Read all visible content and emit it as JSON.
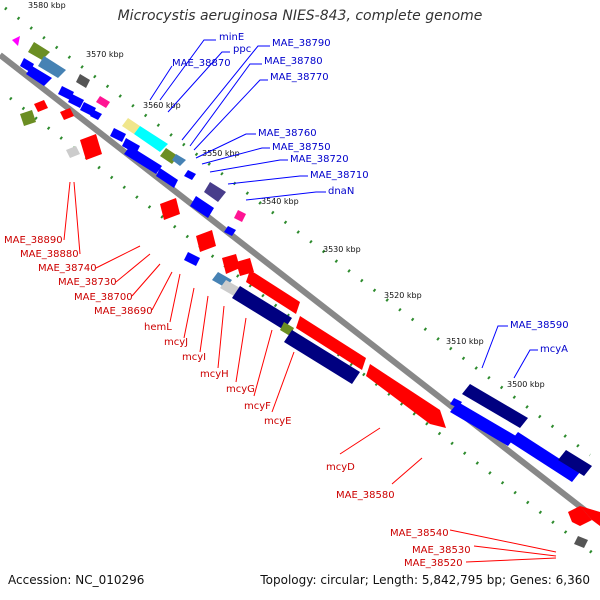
{
  "title": "Microcystis aeruginosa NIES-843, complete genome",
  "accession": "Accession: NC_010296",
  "summary": "Topology: circular; Length: 5,842,795 bp; Genes: 6,360",
  "ticks": [
    "3580 kbp",
    "3570 kbp",
    "3560 kbp",
    "3550 kbp",
    "3540 kbp",
    "3530 kbp",
    "3520 kbp",
    "3510 kbp",
    "3500 kbp"
  ],
  "blue_labels": [
    "minE",
    "ppc",
    "MAE_38870",
    "MAE_38790",
    "MAE_38780",
    "MAE_38770",
    "MAE_38760",
    "MAE_38750",
    "MAE_38720",
    "MAE_38710",
    "dnaN",
    "MAE_38590",
    "mcyA"
  ],
  "red_labels": [
    "MAE_38890",
    "MAE_38880",
    "MAE_38740",
    "MAE_38730",
    "MAE_38700",
    "MAE_38690",
    "hemL",
    "mcyJ",
    "mcyI",
    "mcyH",
    "mcyG",
    "mcyF",
    "mcyE",
    "mcyD",
    "MAE_38580",
    "MAE_38540",
    "MAE_38530",
    "MAE_38520"
  ],
  "colors": {
    "forward": "#0000ff",
    "reverse": "#ff0000",
    "backbone": "#888888",
    "tick_dots": "#2e8b2e",
    "label_blue": "#0000cc",
    "label_red": "#cc0000"
  }
}
